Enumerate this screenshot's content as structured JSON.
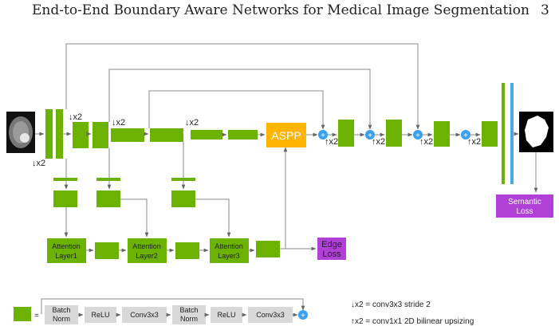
{
  "header": {
    "title": "End-to-End Boundary Aware Networks for Medical Image Segmentation",
    "page_number": "3"
  },
  "diagram": {
    "aspp_label": "ASPP",
    "down_label": "↓x2",
    "up_label": "↑x2",
    "plus_symbol": "+",
    "equals_symbol": "=",
    "attention_labels": [
      "Attention Layer1",
      "Attention Layer2",
      "Attention Layer3"
    ],
    "edge_loss_label": "Edge Loss",
    "semantic_loss_label": "Semantic Loss",
    "block_ops": [
      "Batch Norm",
      "ReLU",
      "Conv3x3",
      "Batch Norm",
      "ReLU",
      "Conv3x3"
    ],
    "legend": [
      "↓x2 = conv3x3 stride 2",
      "↑x2 = conv1x1 2D bilinear upsizing"
    ],
    "colors": {
      "block": "#6bb300",
      "aspp": "#ffb400",
      "loss": "#b040d8",
      "skip_add": "#3aa0f0",
      "output_bar_blue": "#4aa8e8"
    }
  }
}
